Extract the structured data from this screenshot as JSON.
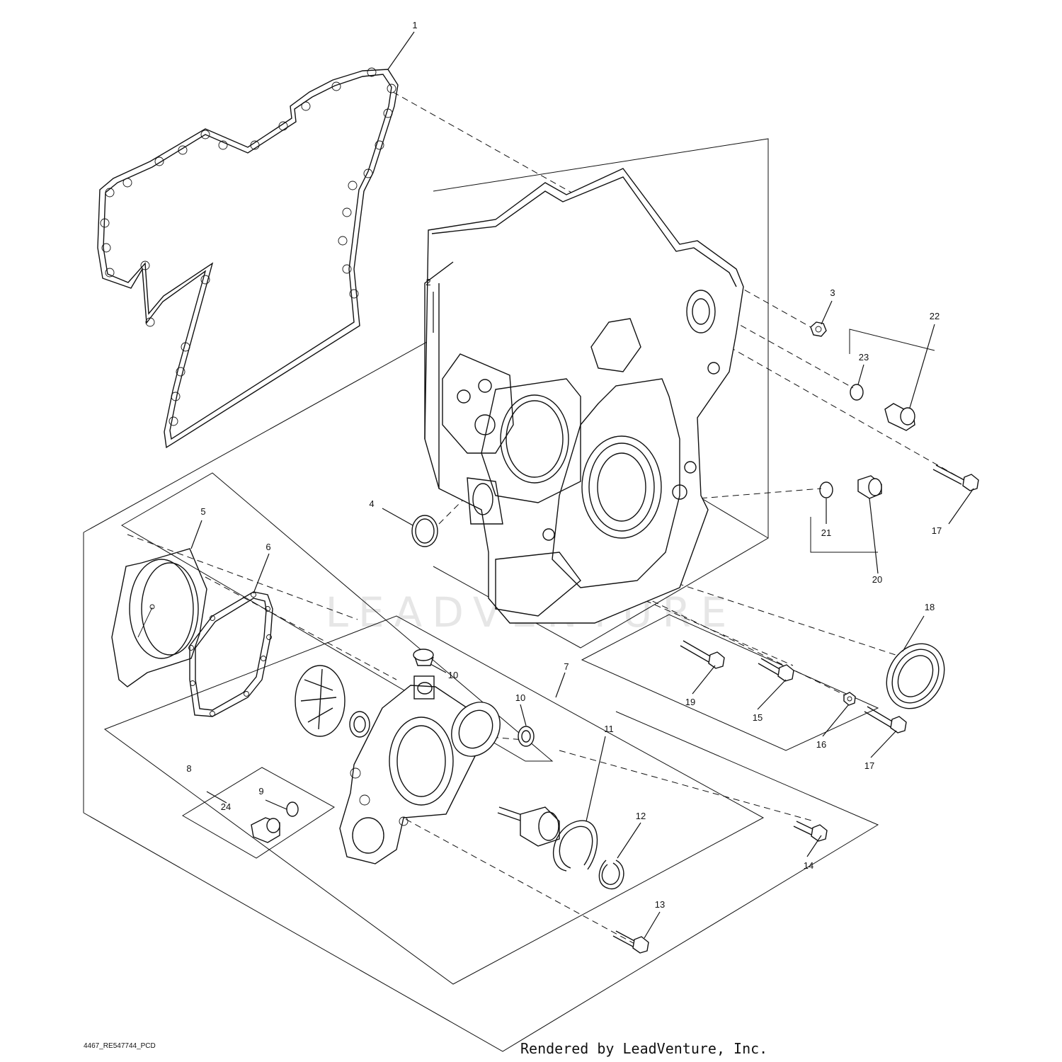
{
  "diagram": {
    "drawing_code": "4467_RE547744_PCD",
    "footer": "Rendered by LeadVenture, Inc.",
    "watermark": "LEADVENTURE",
    "callouts": {
      "c1": "1",
      "c2": "2",
      "c3": "3",
      "c4": "4",
      "c5": "5",
      "c6": "6",
      "c7": "7",
      "c8": "8",
      "c9": "9",
      "c10a": "10",
      "c10b": "10",
      "c11": "11",
      "c12": "12",
      "c13": "13",
      "c14": "14",
      "c15": "15",
      "c16": "16",
      "c17a": "17",
      "c17b": "17",
      "c18": "18",
      "c19": "19",
      "c20": "20",
      "c21": "21",
      "c22": "22",
      "c23": "23",
      "c24": "24"
    }
  }
}
